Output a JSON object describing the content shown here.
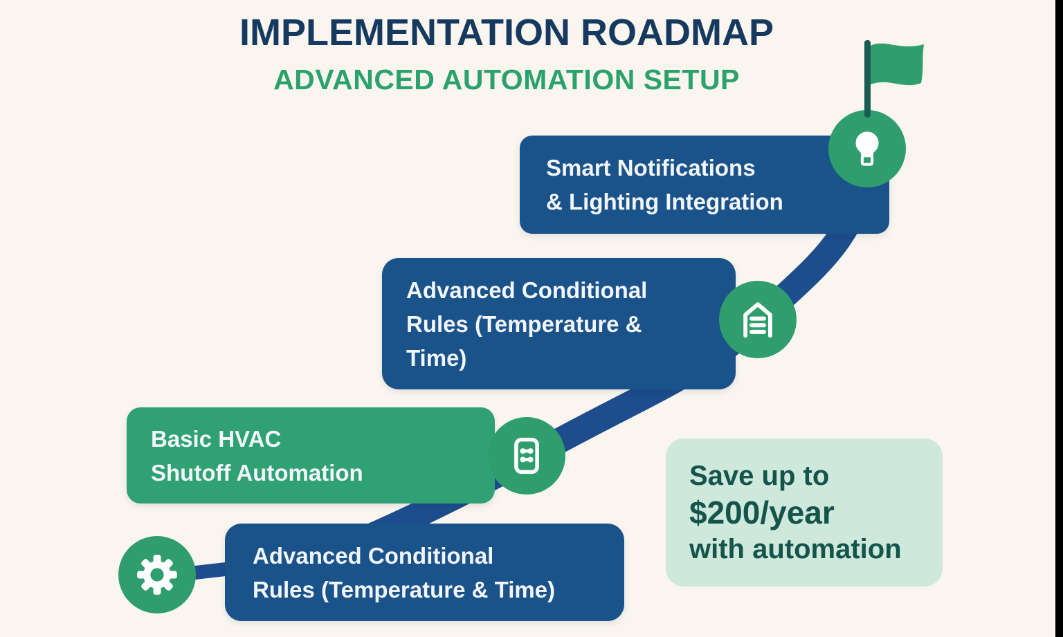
{
  "header": {
    "title": "IMPLEMENTATION ROADMAP",
    "subtitle": "ADVANCED AUTOMATION SETUP"
  },
  "milestones": [
    {
      "icon": "gear-icon",
      "line1": "Advanced Conditional",
      "line2": "Rules (Temperature & Time)"
    },
    {
      "icon": "control-panel-icon",
      "line1": "Basic HVAC",
      "line2": "Shutoff Automation"
    },
    {
      "icon": "garage-door-icon",
      "line1": "Advanced Conditional",
      "line2": "Rules (Temperature &",
      "line3": "Time)"
    },
    {
      "icon": "lightbulb-icon",
      "line1": "Smart Notifications",
      "line2": "& Lighting Integration"
    }
  ],
  "goal": {
    "icon": "finish-flag-icon"
  },
  "savings": {
    "line1": "Save up to",
    "line2": "$200/year",
    "line3": "with automation"
  },
  "colors": {
    "background": "#FAF6EF",
    "title_navy": "#16395F",
    "accent_green": "#2BA26C",
    "node_green": "#2F9E6C",
    "box_blue": "#1A528A",
    "path_blue": "#1D4D8C",
    "flag_pole_teal": "#1B5B55",
    "savings_bg_mint": "#CEE8DC",
    "savings_text": "#155449",
    "box_text": "#F2F6FA"
  }
}
